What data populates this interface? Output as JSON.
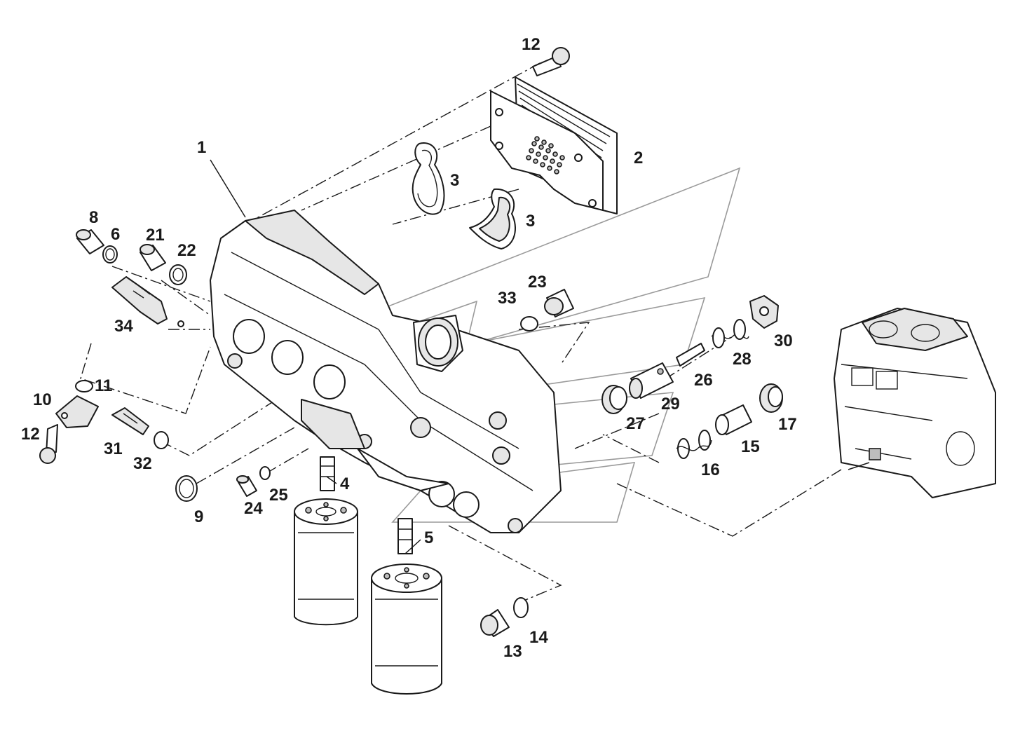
{
  "diagram": {
    "callouts": [
      {
        "id": "c1",
        "text": "1"
      },
      {
        "id": "c2",
        "text": "2"
      },
      {
        "id": "c3a",
        "text": "3"
      },
      {
        "id": "c3b",
        "text": "3"
      },
      {
        "id": "c4",
        "text": "4"
      },
      {
        "id": "c5",
        "text": "5"
      },
      {
        "id": "c6",
        "text": "6"
      },
      {
        "id": "c8",
        "text": "8"
      },
      {
        "id": "c9",
        "text": "9"
      },
      {
        "id": "c10",
        "text": "10"
      },
      {
        "id": "c11",
        "text": "11"
      },
      {
        "id": "c12a",
        "text": "12"
      },
      {
        "id": "c12b",
        "text": "12"
      },
      {
        "id": "c13",
        "text": "13"
      },
      {
        "id": "c14",
        "text": "14"
      },
      {
        "id": "c15",
        "text": "15"
      },
      {
        "id": "c16",
        "text": "16"
      },
      {
        "id": "c17",
        "text": "17"
      },
      {
        "id": "c21",
        "text": "21"
      },
      {
        "id": "c22",
        "text": "22"
      },
      {
        "id": "c23",
        "text": "23"
      },
      {
        "id": "c24",
        "text": "24"
      },
      {
        "id": "c25",
        "text": "25"
      },
      {
        "id": "c26",
        "text": "26"
      },
      {
        "id": "c27",
        "text": "27"
      },
      {
        "id": "c28",
        "text": "28"
      },
      {
        "id": "c29",
        "text": "29"
      },
      {
        "id": "c30",
        "text": "30"
      },
      {
        "id": "c31",
        "text": "31"
      },
      {
        "id": "c32",
        "text": "32"
      },
      {
        "id": "c33",
        "text": "33"
      },
      {
        "id": "c34",
        "text": "34"
      }
    ]
  }
}
